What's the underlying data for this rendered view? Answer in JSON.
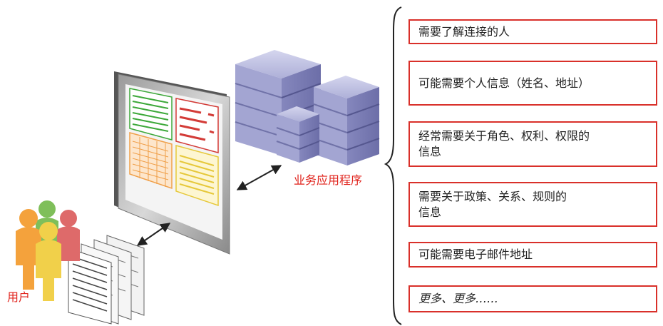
{
  "labels": {
    "business_apps": "业务应用程序",
    "users": "用户"
  },
  "requirements": [
    "需要了解连接的人",
    "可能需要个人信息（姓名、地址）",
    "经常需要关于角色、权利、权限的\n信息",
    "需要关于政策、关系、规则的\n信息",
    "可能需要电子邮件地址",
    "更多、更多……"
  ],
  "colors": {
    "label_red": "#e0221b",
    "box_border": "#d9302a",
    "server_blue": "#8f90c4",
    "panel_green": "#3da83a",
    "panel_red": "#d33b37",
    "panel_orange": "#f0a04a",
    "panel_yellow": "#e6c83a"
  }
}
